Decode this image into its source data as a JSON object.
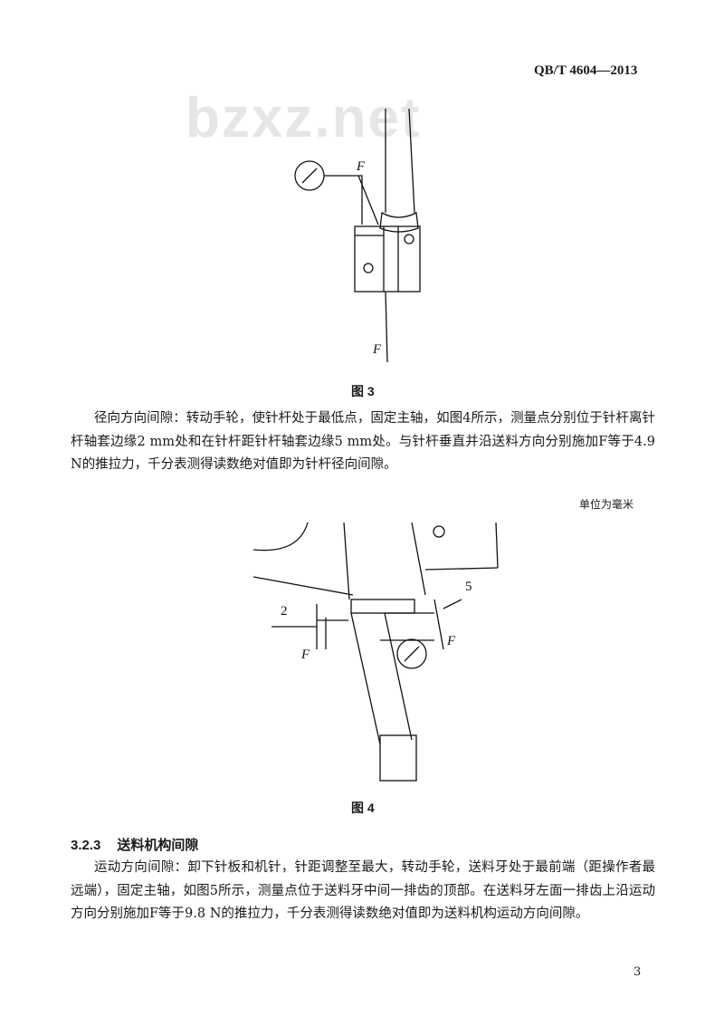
{
  "header": {
    "standard_code": "QB/T 4604—2013"
  },
  "watermark": "bzxz.net",
  "figure3": {
    "labels": {
      "force_top": "F",
      "force_bottom": "F"
    },
    "caption": "图 3"
  },
  "paragraph1": "径向方向间隙：转动手轮，使针杆处于最低点，固定主轴，如图4所示，测量点分别位于针杆离针杆轴套边缘2 mm处和在针杆距针杆轴套边缘5 mm处。与针杆垂直并沿送料方向分别施加F等于4.9 N的推拉力，千分表测得读数绝对值即为针杆径向间隙。",
  "figure4": {
    "unit_note": "单位为毫米",
    "labels": {
      "dim_left": "2",
      "dim_right": "5",
      "force_left": "F",
      "force_right": "F"
    },
    "caption": "图 4"
  },
  "section": {
    "number": "3.2.3",
    "title": "送料机构间隙"
  },
  "paragraph2": "运动方向间隙：卸下针板和机针，针距调整至最大，转动手轮，送料牙处于最前端（距操作者最远端），固定主轴，如图5所示，测量点位于送料牙中间一排齿的顶部。在送料牙左面一排齿上沿运动方向分别施加F等于9.8 N的推拉力，千分表测得读数绝对值即为送料机构运动方向间隙。",
  "page_number": "3"
}
